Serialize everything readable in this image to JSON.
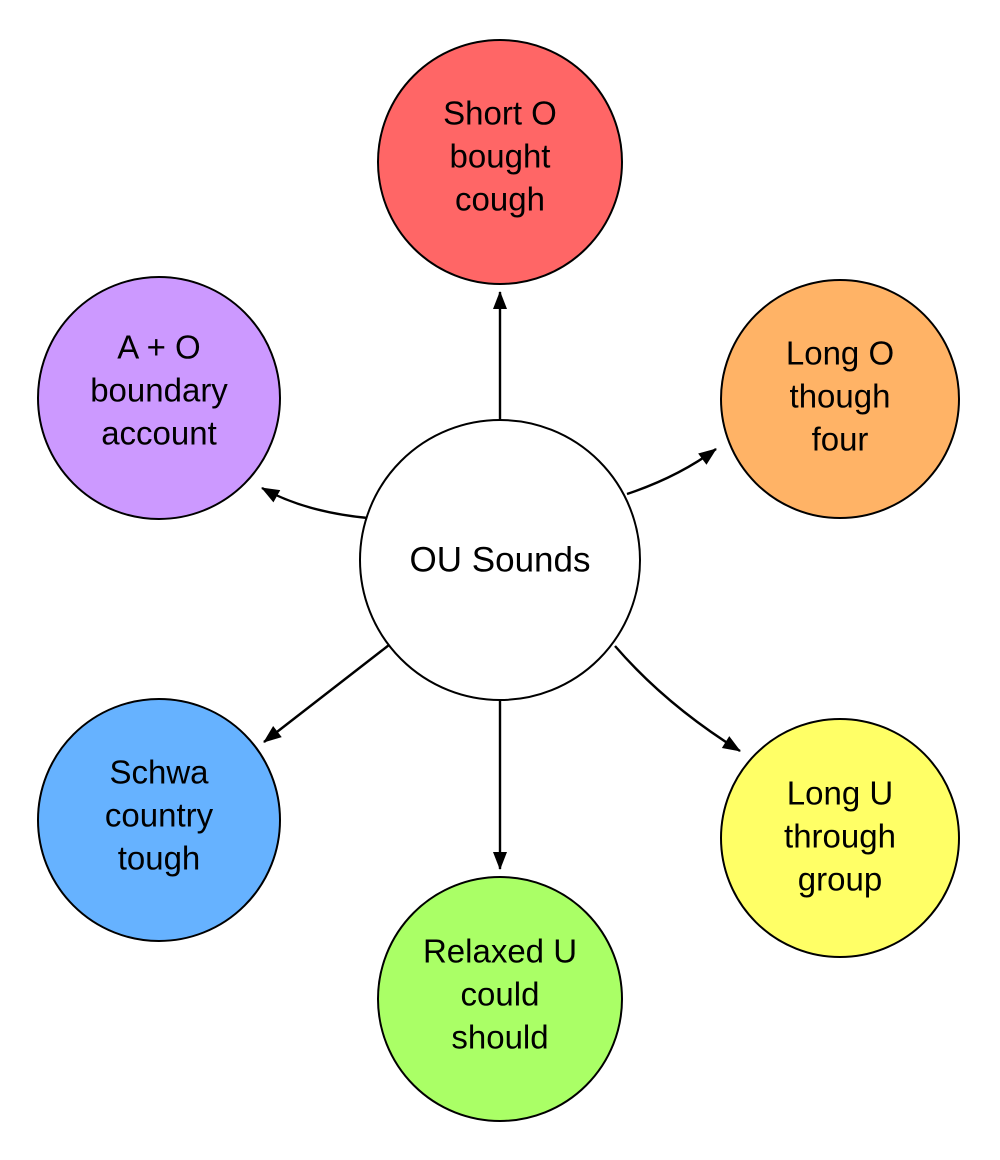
{
  "diagram": {
    "background_color": "#ffffff",
    "outline_color": "#000000",
    "text_color": "#000000",
    "center_node": {
      "label": "OU Sounds",
      "fill_color": "#ffffff"
    },
    "nodes": [
      {
        "id": "short-o",
        "position": "top",
        "fill_color": "#ff6666",
        "lines": [
          "Short O",
          "bought",
          "cough"
        ]
      },
      {
        "id": "long-o",
        "position": "top-right",
        "fill_color": "#ffb366",
        "lines": [
          "Long O",
          "though",
          "four"
        ]
      },
      {
        "id": "long-u",
        "position": "bottom-right",
        "fill_color": "#ffff66",
        "lines": [
          "Long U",
          "through",
          "group"
        ]
      },
      {
        "id": "relaxed-u",
        "position": "bottom",
        "fill_color": "#aaff66",
        "lines": [
          "Relaxed U",
          "could",
          "should"
        ]
      },
      {
        "id": "schwa",
        "position": "bottom-left",
        "fill_color": "#66b2ff",
        "lines": [
          "Schwa",
          "country",
          "tough"
        ]
      },
      {
        "id": "a-plus-o",
        "position": "top-left",
        "fill_color": "#cc99ff",
        "lines": [
          "A + O",
          "boundary",
          "account"
        ]
      }
    ],
    "edges": [
      {
        "from": "OU Sounds",
        "to": "Short O",
        "style": "arrow"
      },
      {
        "from": "OU Sounds",
        "to": "Long O",
        "style": "arrow"
      },
      {
        "from": "OU Sounds",
        "to": "Long U",
        "style": "arrow"
      },
      {
        "from": "OU Sounds",
        "to": "Relaxed U",
        "style": "arrow"
      },
      {
        "from": "OU Sounds",
        "to": "Schwa",
        "style": "arrow"
      },
      {
        "from": "OU Sounds",
        "to": "A + O",
        "style": "arrow"
      }
    ]
  }
}
